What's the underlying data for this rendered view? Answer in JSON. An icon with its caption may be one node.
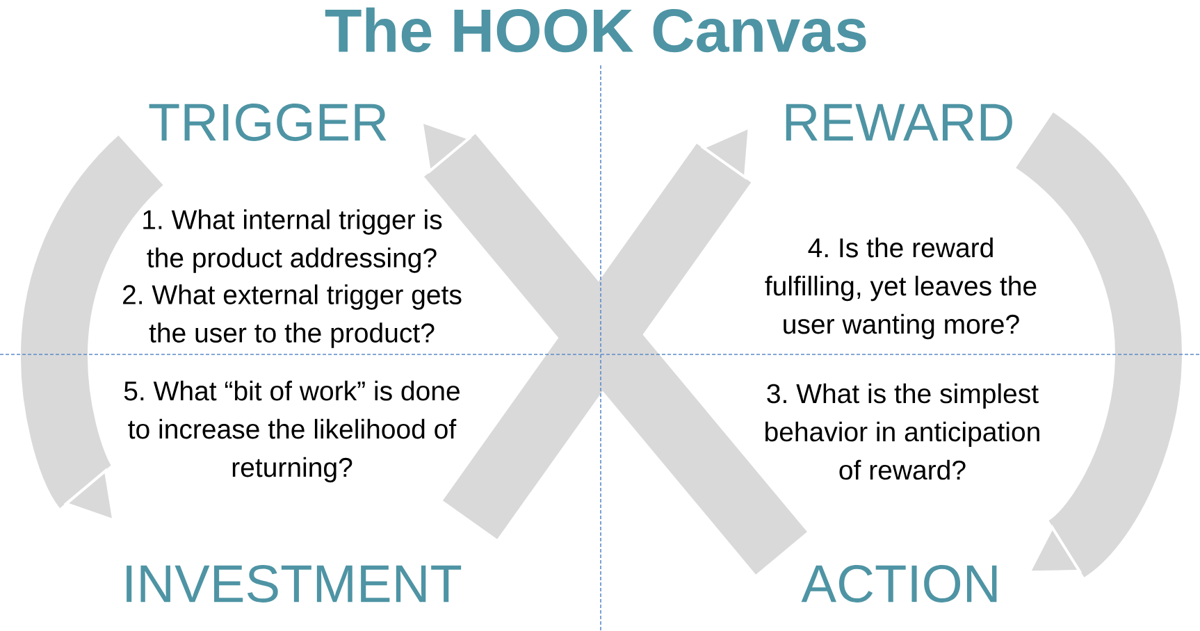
{
  "diagram": {
    "title": "The HOOK Canvas",
    "nodes": [
      {
        "text": [
          "TRIGGER"
        ]
      },
      {
        "text": [
          "REWARD"
        ]
      },
      {
        "text": [
          "INVESTMENT"
        ]
      },
      {
        "text": [
          "ACTION"
        ]
      }
    ],
    "edges": [
      {
        "from": 0,
        "to": 2,
        "arrow": "to"
      },
      {
        "from": 2,
        "to": 1,
        "arrow": "to"
      },
      {
        "from": 1,
        "to": 3,
        "arrow": "to"
      },
      {
        "from": 3,
        "to": 0,
        "arrow": "to"
      }
    ],
    "labels": [
      "1. What internal trigger is the product addressing?",
      "2. What external trigger gets the user to the product?",
      "4. Is the reward fulfilling, yet leaves the user wanting more?",
      "5. What “bit of work” is done to increase the likelihood of returning?",
      "3. What is the simplest behavior in anticipation of reward?"
    ]
  }
}
